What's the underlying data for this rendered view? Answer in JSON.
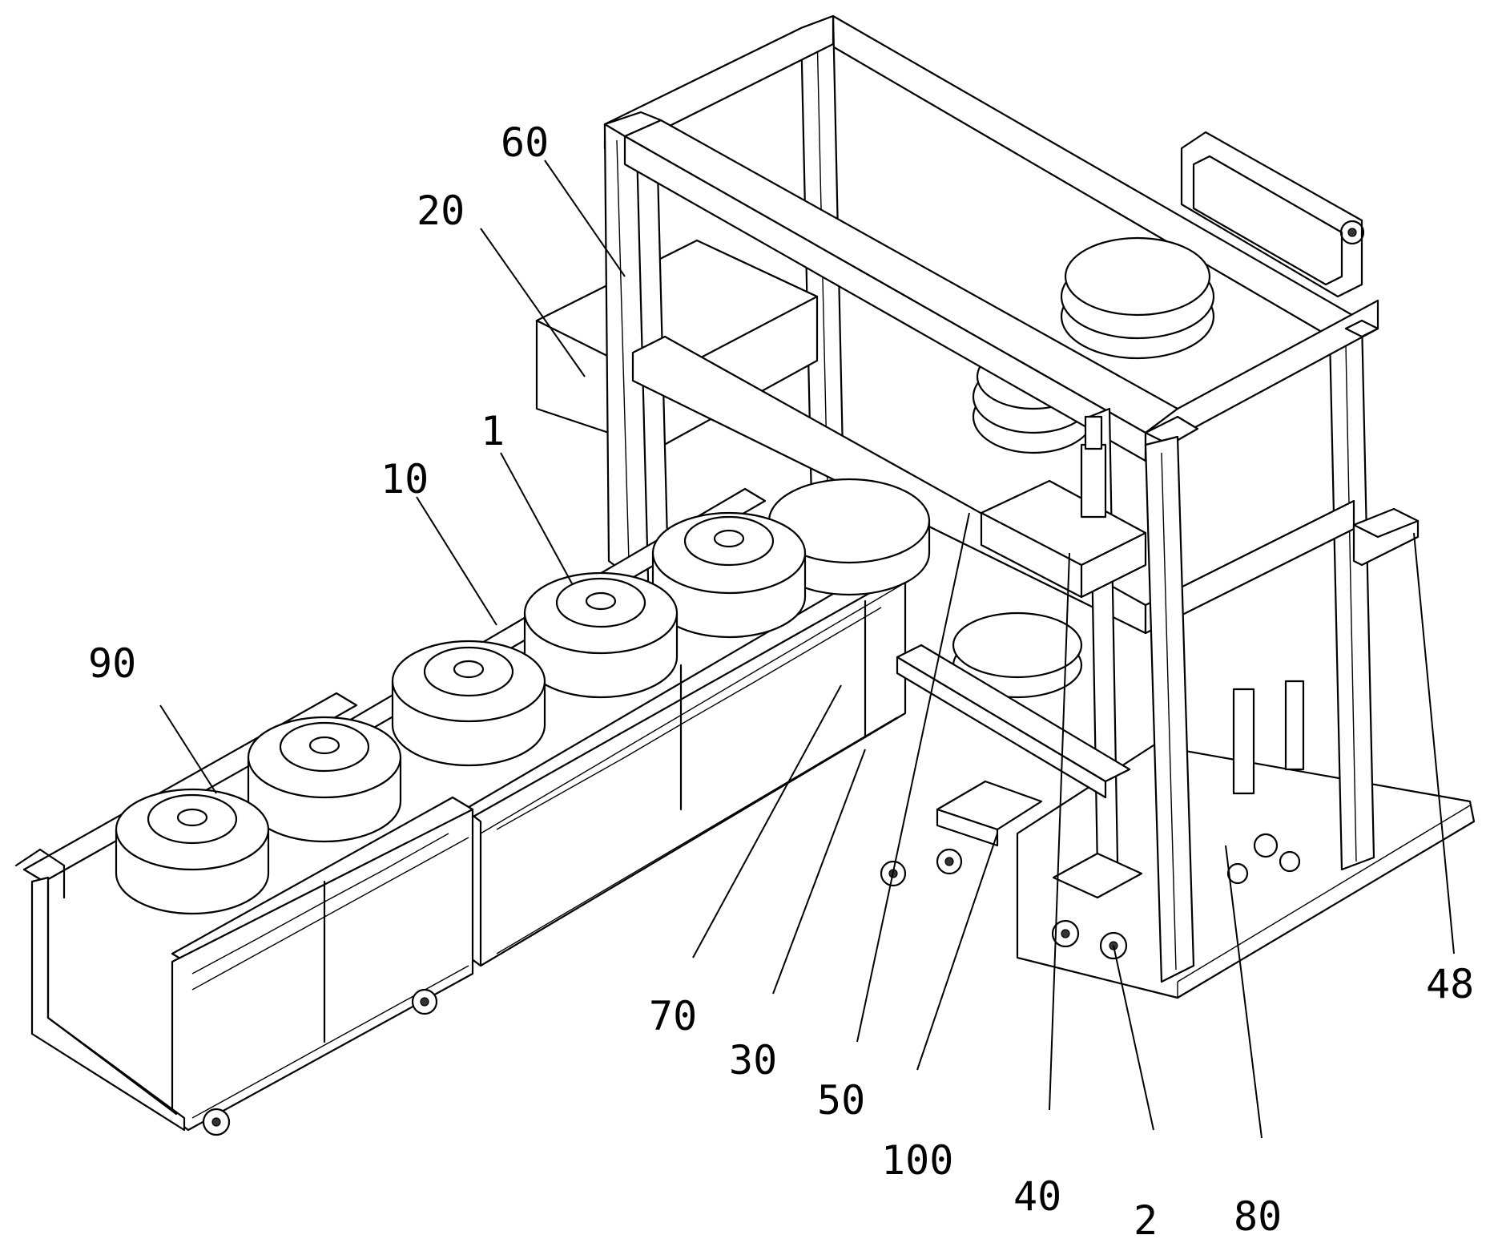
{
  "callouts": [
    {
      "id": "60",
      "text": "60"
    },
    {
      "id": "20",
      "text": "20"
    },
    {
      "id": "1",
      "text": "1"
    },
    {
      "id": "10",
      "text": "10"
    },
    {
      "id": "90",
      "text": "90"
    },
    {
      "id": "70",
      "text": "70"
    },
    {
      "id": "30",
      "text": "30"
    },
    {
      "id": "50",
      "text": "50"
    },
    {
      "id": "100",
      "text": "100"
    },
    {
      "id": "40",
      "text": "40"
    },
    {
      "id": "2",
      "text": "2"
    },
    {
      "id": "80",
      "text": "80"
    },
    {
      "id": "48",
      "text": "48"
    }
  ]
}
